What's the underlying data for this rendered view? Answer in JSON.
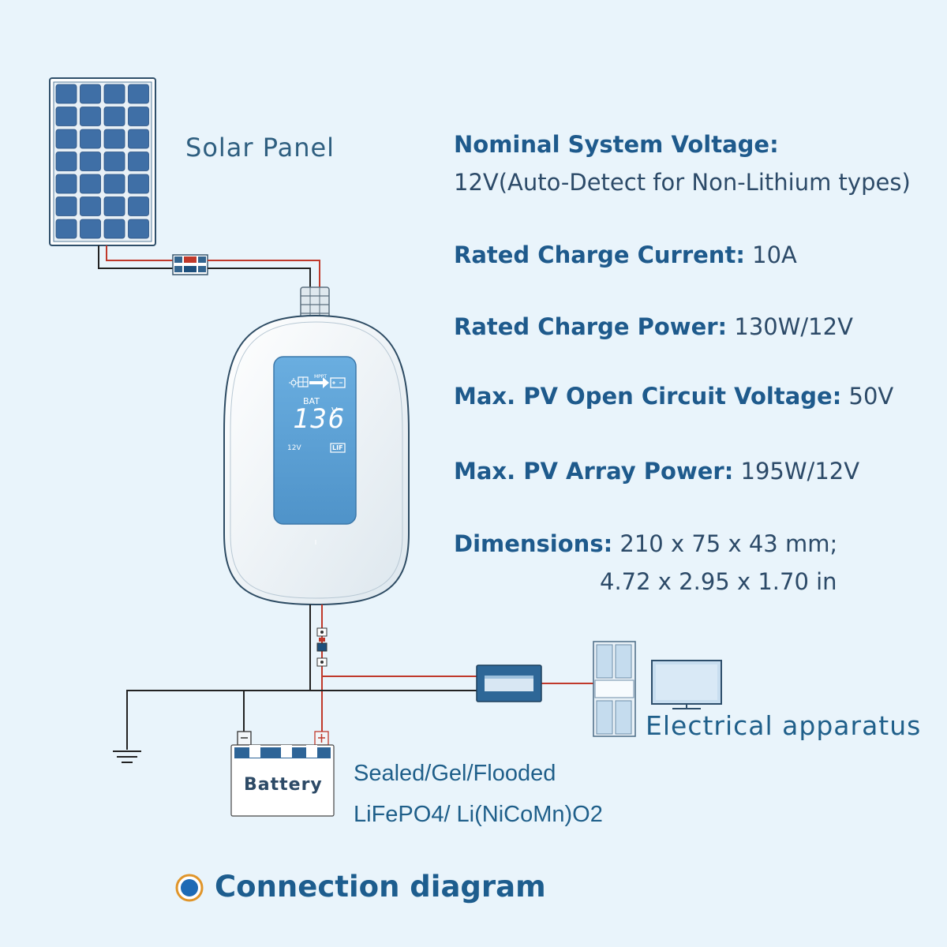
{
  "solar_panel": {
    "label": "Solar Panel"
  },
  "controller": {
    "lcd_bat": "BAT",
    "lcd_voltage": "136",
    "lcd_unit": "V",
    "lcd_system": "12V",
    "lcd_mode": "LIF",
    "lcd_mppt": "MPPT"
  },
  "specs": [
    {
      "key": "Nominal System Voltage:",
      "value": ""
    },
    {
      "key": "",
      "value": "12V(Auto-Detect for Non-Lithium types)"
    },
    {
      "key": "Rated Charge Current:",
      "value": " 10A"
    },
    {
      "key": "Rated Charge Power:",
      "value": " 130W/12V"
    },
    {
      "key": "Max. PV Open Circuit Voltage:",
      "value": " 50V"
    },
    {
      "key": "Max. PV Array Power:",
      "value": " 195W/12V"
    },
    {
      "key": "Dimensions:",
      "value": " 210 x 75 x 43 mm;"
    },
    {
      "key": "",
      "value": "4.72 x 2.95 x 1.70 in"
    }
  ],
  "battery": {
    "label": "Battery",
    "types": [
      "Sealed/Gel/Flooded",
      "LiFePO4/ Li(NiCoMn)O2"
    ]
  },
  "load": {
    "label": "Electrical apparatus"
  },
  "footer": {
    "label": "Connection diagram"
  },
  "colors": {
    "positive_wire": "#c0392b",
    "negative_wire": "#222222",
    "accent_blue": "#1e5a8c",
    "lcd_blue": "#5fa2d6"
  }
}
